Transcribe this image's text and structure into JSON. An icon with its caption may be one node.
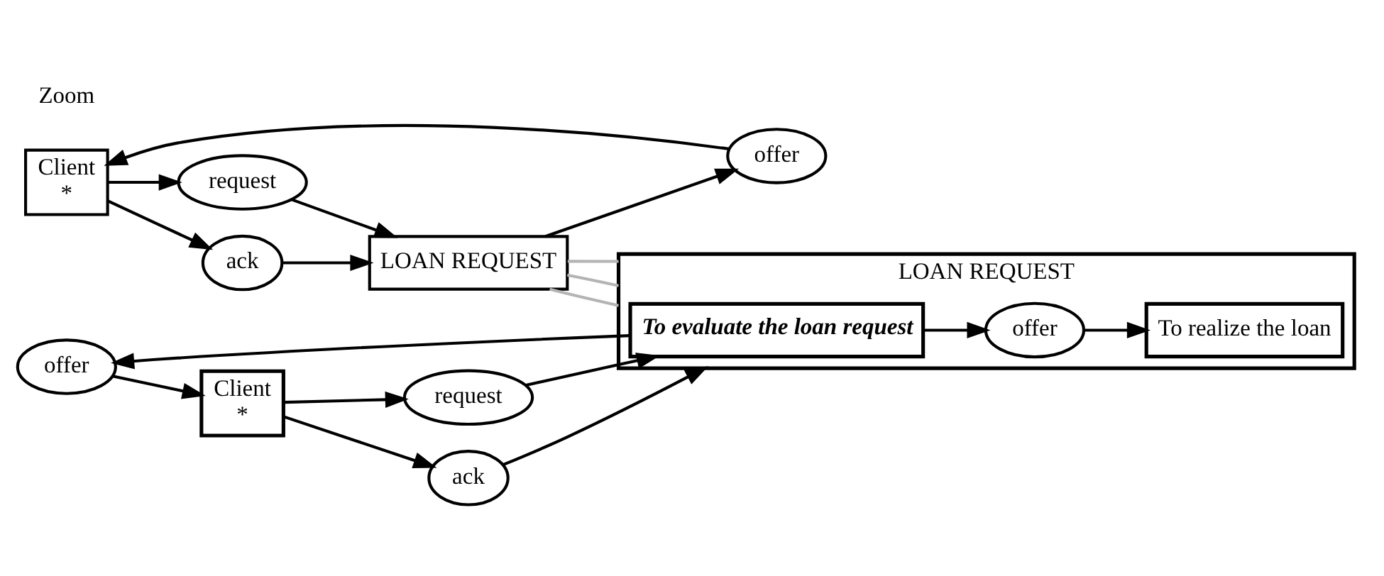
{
  "diagram": {
    "nodes": [
      {
        "text": [
          "Client",
          "*"
        ]
      },
      {
        "text": [
          "request"
        ]
      },
      {
        "text": [
          "offer"
        ]
      },
      {
        "text": [
          "ack"
        ]
      },
      {
        "text": [
          "LOAN REQUEST"
        ]
      },
      {
        "text": [
          "LOAN REQUEST"
        ]
      },
      {
        "text": [
          "To evaluate the loan request"
        ],
        "in": 5
      },
      {
        "text": [
          "offer"
        ],
        "in": 5
      },
      {
        "text": [
          "To realize the loan"
        ],
        "in": 5
      },
      {
        "text": [
          "Client",
          "*"
        ]
      },
      {
        "text": [
          "request"
        ]
      },
      {
        "text": [
          "offer"
        ]
      },
      {
        "text": [
          "ack"
        ]
      }
    ],
    "edges": [
      {
        "from": 0,
        "to": 1,
        "arrow": "to"
      },
      {
        "from": 1,
        "to": 4,
        "arrow": "to"
      },
      {
        "from": 4,
        "to": 2,
        "arrow": "to"
      },
      {
        "from": 2,
        "to": 0,
        "arrow": "to"
      },
      {
        "from": 0,
        "to": 3,
        "arrow": "to"
      },
      {
        "from": 3,
        "to": 4,
        "arrow": "to"
      },
      {
        "from": 4,
        "to": 5,
        "arrow": "none",
        "color": "#b4b4b4"
      },
      {
        "from": 4,
        "to": 5,
        "arrow": "none",
        "color": "#b4b4b4"
      },
      {
        "from": 4,
        "to": 5,
        "arrow": "none",
        "color": "#b4b4b4"
      },
      {
        "from": 9,
        "to": 10,
        "arrow": "to"
      },
      {
        "from": 10,
        "to": 6,
        "arrow": "to"
      },
      {
        "from": 6,
        "to": 11,
        "arrow": "to"
      },
      {
        "from": 11,
        "to": 9,
        "arrow": "to"
      },
      {
        "from": 9,
        "to": 12,
        "arrow": "to"
      },
      {
        "from": 12,
        "to": 5,
        "arrow": "to"
      },
      {
        "from": 6,
        "to": 7,
        "arrow": "to"
      },
      {
        "from": 7,
        "to": 8,
        "arrow": "to"
      }
    ],
    "labels": [
      "Zoom"
    ]
  }
}
